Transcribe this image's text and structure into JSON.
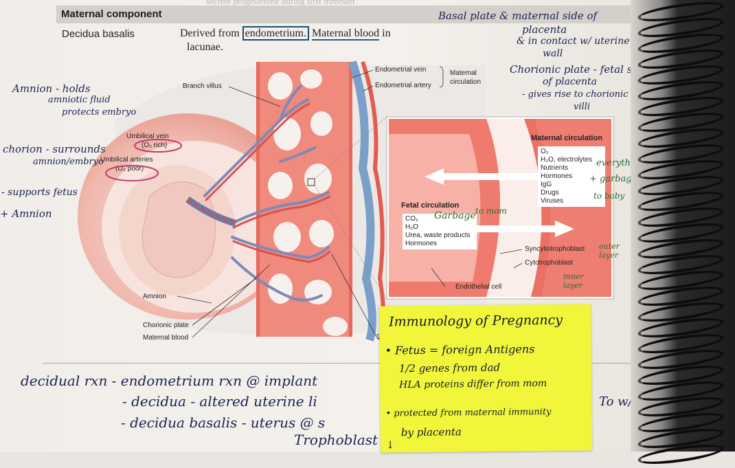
{
  "header": {
    "faded_top_text": "secrete progesterone during first trimester.",
    "section_title": "Maternal component"
  },
  "row": {
    "label": "Decidua basalis",
    "desc_pre": "Derived from ",
    "desc_boxed": "endometrium.",
    "desc_underlined": "Maternal blood",
    "desc_post": " in",
    "desc_line2": "lacunae."
  },
  "diagram": {
    "labels": {
      "branch_villus": "Branch villus",
      "endometrial_vein": "Endometrial vein",
      "endometrial_artery": "Endometrial artery",
      "maternal_circulation_brace": "Maternal\ncirculation",
      "umbilical_vein": "Umbilical vein",
      "umbilical_vein_sub": "(O₂ rich)",
      "umbilical_arteries": "Umbilical arteries",
      "umbilical_arteries_sub": "(O₂ poor)",
      "amnion": "Amnion",
      "chorionic_plate": "Chorionic plate",
      "maternal_blood": "Maternal blood",
      "decidua_cut": "De"
    },
    "inset": {
      "maternal_title": "Maternal circulation",
      "maternal_items": [
        "O₂",
        "H₂O, electrolytes",
        "Nutrients",
        "Hormones",
        "IgG",
        "Drugs",
        "Viruses"
      ],
      "fetal_title": "Fetal circulation",
      "fetal_items": [
        "CO₂",
        "H₂O",
        "Urea, waste products",
        "Hormones"
      ],
      "syncytio": "Syncytiotrophoblast",
      "cyto": "Cytotrophoblast",
      "endothelial": "Endothelial cell"
    }
  },
  "handwriting": {
    "top_right_1": "Basal plate & maternal side of",
    "top_right_2": "placenta",
    "top_right_3": "& in contact w/ uterine",
    "top_right_4": "wall",
    "top_right_5": "Chorionic plate - fetal side",
    "top_right_6": "of placenta",
    "top_right_7": "- gives rise to chorionic",
    "top_right_8": "villi",
    "left_1": "Amnion - holds",
    "left_2": "amniotic fluid",
    "left_3": "protects embryo",
    "left_4": "chorion - surrounds",
    "left_5": "amnion/embryo",
    "left_6": "- supports fetus",
    "left_7": "+ Amnion",
    "inset_green_1": "Garbage",
    "inset_green_2": "to mom",
    "right_green_1": "everything",
    "right_green_2": "+ garbage",
    "right_green_3": "to baby",
    "outer_layer": "outer layer",
    "inner_layer": "inner layer",
    "bottom_1": "decidual rxn - endometrium rxn @ implant",
    "bottom_2": "- decidua - altered uterine li",
    "bottom_3": "- decidua basalis - uterus @ s",
    "bottom_4": "Trophoblast",
    "bottom_right": "To w/"
  },
  "sticky": {
    "title": "Immunology of Pregnancy",
    "line1": "• Fetus = foreign Antigens",
    "line2": "1/2 genes from dad",
    "line3": "HLA proteins differ from mom",
    "line4": "• protected from maternal immunity",
    "line5": "by placenta",
    "line6": "↓"
  }
}
